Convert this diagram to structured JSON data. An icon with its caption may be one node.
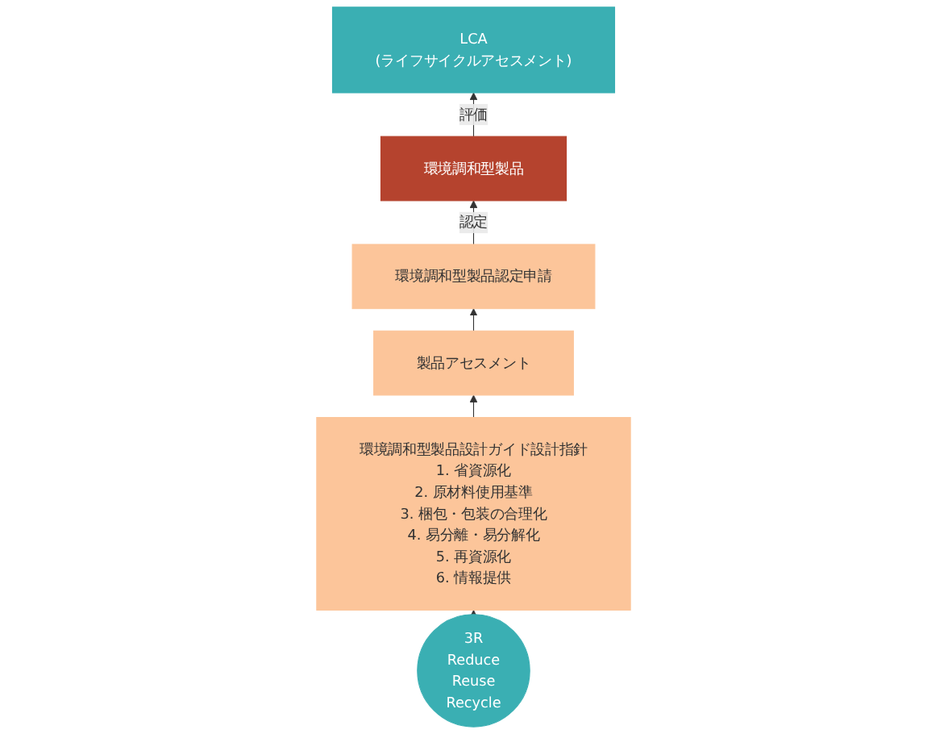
{
  "diagram": {
    "nodes": [
      {
        "text": [
          "環境調和型製品"
        ]
      },
      {
        "text": [
          "LCA",
          "(ライフサイクルアセスメント)"
        ]
      },
      {
        "text": [
          "環境調和型製品認定申請"
        ]
      },
      {
        "text": [
          "製品アセスメント"
        ]
      },
      {
        "text": [
          "環境調和型製品設計ガイド設計指針",
          "1. 省資源化",
          "2. 原材料使用基準",
          "3. 梱包・包装の合理化",
          "4. 易分離・易分解化",
          "5. 再資源化",
          "6. 情報提供"
        ]
      },
      {
        "text": [
          "3R",
          "Reduce",
          "Reuse",
          "Recycle"
        ]
      }
    ],
    "edges": [
      {
        "from": 0,
        "to": 1,
        "arrow": "to",
        "label": "評価"
      },
      {
        "from": 2,
        "to": 0,
        "arrow": "to",
        "label": "認定"
      },
      {
        "from": 3,
        "to": 2,
        "arrow": "to"
      },
      {
        "from": 4,
        "to": 3,
        "arrow": "to"
      },
      {
        "from": 5,
        "to": 4,
        "arrow": "to"
      }
    ]
  }
}
